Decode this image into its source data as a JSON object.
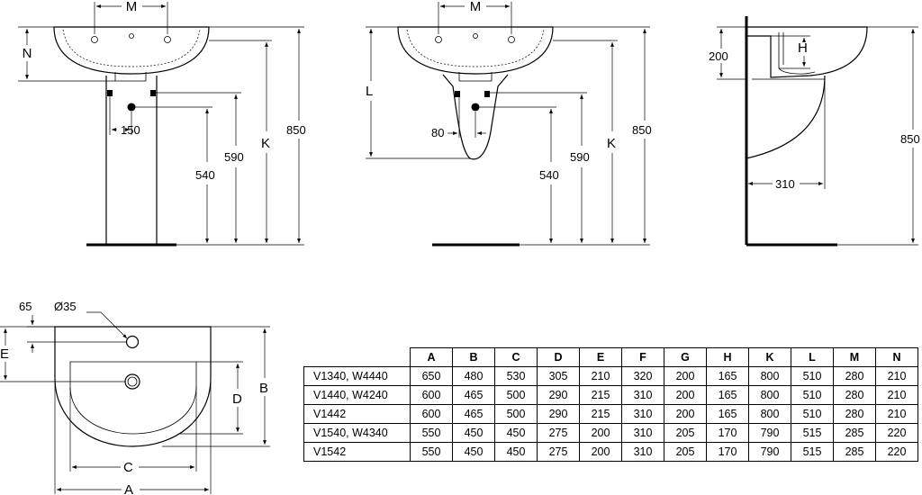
{
  "front_view": {
    "M": "M",
    "N": "N",
    "pipe_spacing": "150",
    "height_540": "540",
    "height_590": "590",
    "K": "K",
    "total_850": "850"
  },
  "wall_hung_view": {
    "M": "M",
    "L": "L",
    "offset_80": "80",
    "height_540": "540",
    "height_590": "590",
    "K": "K",
    "total_850": "850"
  },
  "side_view": {
    "depth_200": "200",
    "H": "H",
    "total_850": "850",
    "offset_310": "310"
  },
  "top_view": {
    "offset_65": "65",
    "tap_hole": "Ø35",
    "E": "E",
    "D": "D",
    "B": "B",
    "C": "C",
    "A": "A"
  },
  "spec_table": {
    "headers": [
      "A",
      "B",
      "C",
      "D",
      "E",
      "F",
      "G",
      "H",
      "K",
      "L",
      "M",
      "N"
    ],
    "rows": [
      {
        "model": "V1340, W4440",
        "values": [
          "650",
          "480",
          "530",
          "305",
          "210",
          "320",
          "200",
          "165",
          "800",
          "510",
          "280",
          "210"
        ]
      },
      {
        "model": "V1440, W4240",
        "values": [
          "600",
          "465",
          "500",
          "290",
          "215",
          "310",
          "200",
          "165",
          "800",
          "510",
          "280",
          "210"
        ]
      },
      {
        "model": "V1442",
        "values": [
          "600",
          "465",
          "500",
          "290",
          "215",
          "310",
          "200",
          "165",
          "800",
          "510",
          "280",
          "210"
        ]
      },
      {
        "model": "V1540, W4340",
        "values": [
          "550",
          "450",
          "450",
          "275",
          "200",
          "310",
          "205",
          "170",
          "790",
          "515",
          "285",
          "220"
        ]
      },
      {
        "model": "V1542",
        "values": [
          "550",
          "450",
          "450",
          "275",
          "200",
          "310",
          "205",
          "170",
          "790",
          "515",
          "285",
          "220"
        ]
      }
    ]
  }
}
